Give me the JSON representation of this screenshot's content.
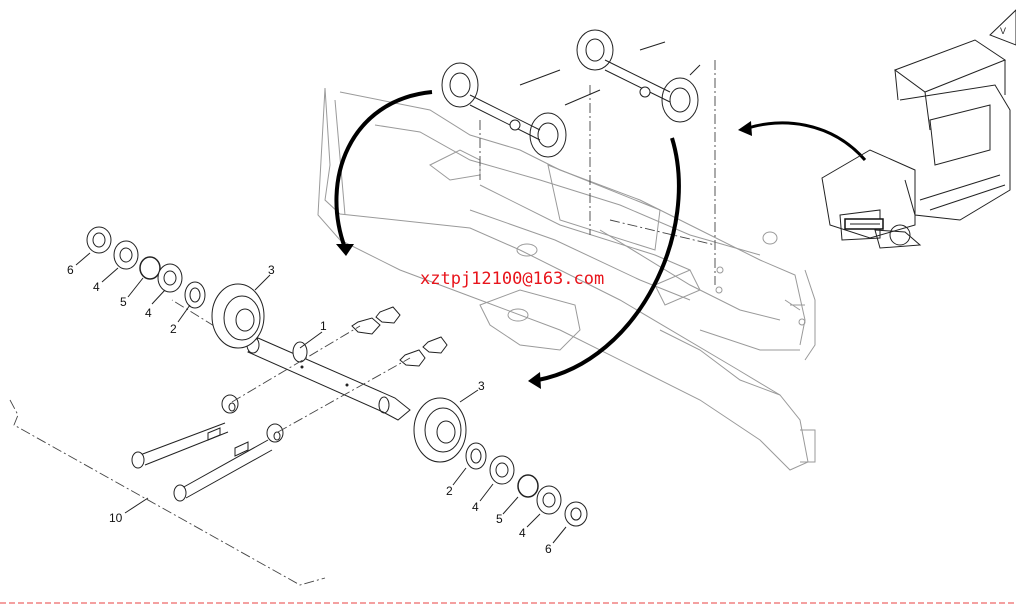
{
  "watermark": "xztpj12100@163.com",
  "part_labels": {
    "shaft": "1",
    "washer_left": "2",
    "wheel_left": "3",
    "bearing_left_a": "4",
    "circlip_left": "5",
    "bearing_left_b": "4",
    "cap_left": "6",
    "wheel_right": "3",
    "washer_right": "2",
    "bearing_right_a": "4",
    "circlip_right": "5",
    "bearing_right_b": "4",
    "cap_right": "6",
    "assembly": "10"
  },
  "colors": {
    "line": "#222222",
    "frame": "#9a9a9a",
    "watermark": "#e8141b",
    "bottom_rule": "#f08080"
  }
}
